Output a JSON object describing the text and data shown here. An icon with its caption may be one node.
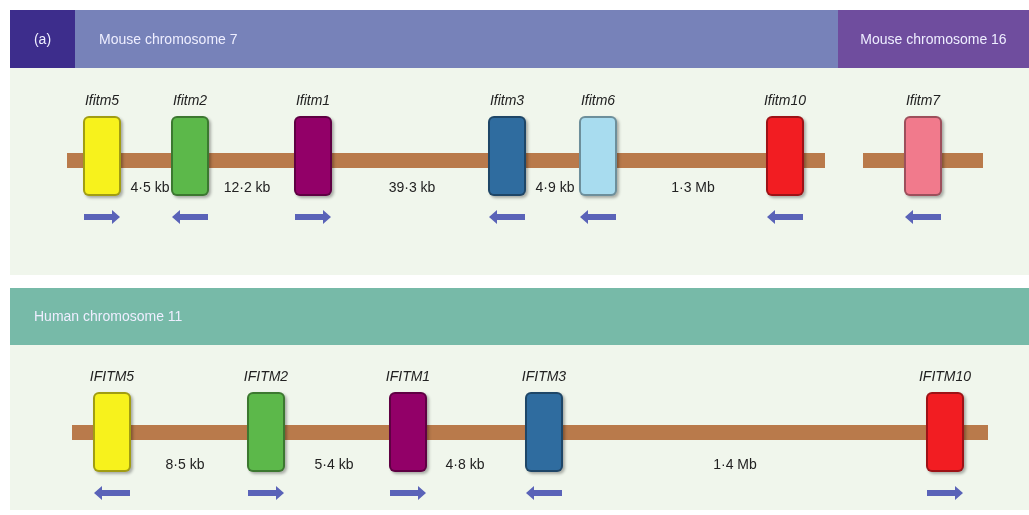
{
  "diagram": {
    "nodes": [
      {
        "text": [
          "(a)"
        ]
      },
      {
        "text": [
          "Mouse chromosome 7"
        ]
      },
      {
        "text": [
          "Mouse chromosome 16"
        ]
      },
      {
        "text": [
          "Ifitm5"
        ]
      },
      {
        "text": [
          "Ifitm2"
        ]
      },
      {
        "text": [
          "Ifitm1"
        ]
      },
      {
        "text": [
          "Ifitm3"
        ]
      },
      {
        "text": [
          "Ifitm6"
        ]
      },
      {
        "text": [
          "Ifitm10"
        ]
      },
      {
        "text": [
          "Ifitm7"
        ]
      },
      {
        "text": [
          "Human chromosome 11"
        ]
      },
      {
        "text": [
          "IFITM5"
        ]
      },
      {
        "text": [
          "IFITM2"
        ]
      },
      {
        "text": [
          "IFITM1"
        ]
      },
      {
        "text": [
          "IFITM3"
        ]
      },
      {
        "text": [
          "IFITM10"
        ]
      },
      {
        "text": [],
        "shape": "bar"
      },
      {
        "text": [],
        "shape": "bar"
      },
      {
        "text": [],
        "shape": "bar"
      }
    ],
    "labels": [
      "4·5 kb",
      "12·2 kb",
      "39·3 kb",
      "4·9 kb",
      "1·3 Mb",
      "8·5 kb",
      "5·4 kb",
      "4·8 kb",
      "1·4 Mb"
    ]
  }
}
